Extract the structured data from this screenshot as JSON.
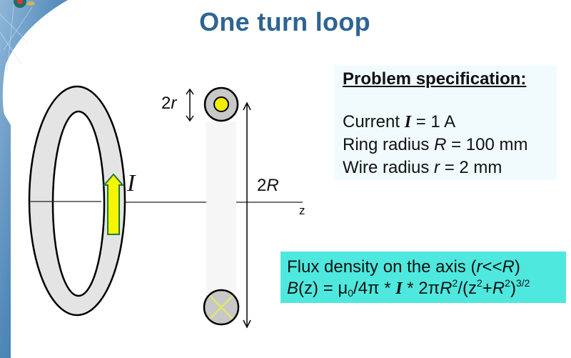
{
  "slide": {
    "title": "One turn loop"
  },
  "spec": {
    "heading": "Problem specification:",
    "current": {
      "label": "Current ",
      "symbol": "I",
      "value": " = 1 A"
    },
    "ring_radius": {
      "label": "Ring radius ",
      "symbol": "R",
      "value": " = 100 mm"
    },
    "wire_radius": {
      "label": "Wire radius ",
      "symbol": "r",
      "value": " = 2 mm"
    }
  },
  "flux": {
    "line1_prefix": "Flux density on the axis (",
    "line1_r": "r",
    "line1_mid": "<<",
    "line1_R": "R",
    "line1_suffix": ")",
    "formula": {
      "B": "B",
      "arg": "(z) = μ",
      "mu_sub": "0",
      "part2": "/4π * ",
      "I": "I",
      "part3": " * 2π",
      "R1": "R",
      "sq1": "2",
      "part4": "/(z",
      "sq2": "2",
      "part5": "+",
      "R2": "R",
      "sq3": "2",
      "part6": ")",
      "exp": "3/2"
    }
  },
  "diagram": {
    "label_2r_num": "2",
    "label_2r_sym": "r",
    "label_2R_num": "2",
    "label_2R_sym": "R",
    "label_current": "I",
    "label_axis": "z",
    "colors": {
      "ring_fill": "#e4e4e4",
      "wire_fill": "#c8c8c8",
      "current_arrow_fill": "#f5f500",
      "current_arrow_stroke": "#1f7a3a",
      "wire_core": "#f2ee00",
      "title": "#2e6492",
      "corner_blue": "#2f6fa5",
      "flux_box": "#4ee8de",
      "spec_box": "#f1fbfd"
    }
  }
}
